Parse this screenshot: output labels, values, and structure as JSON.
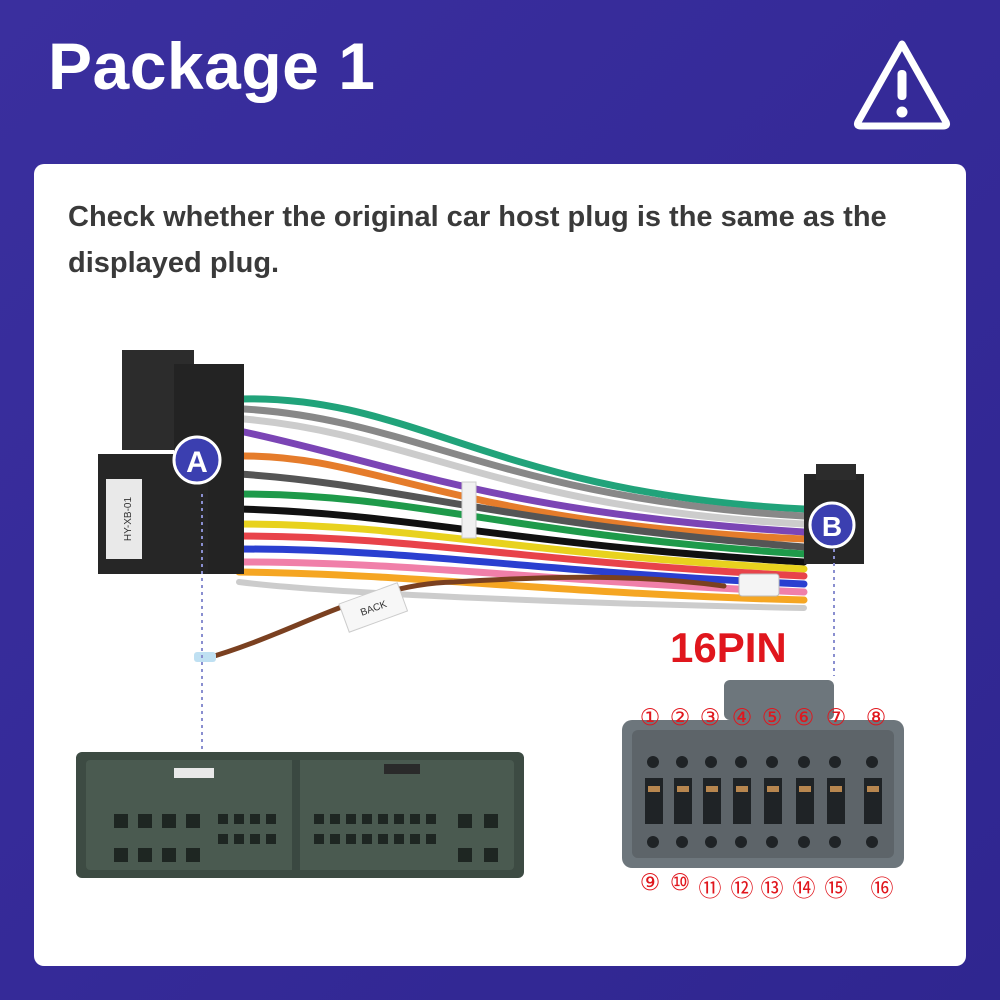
{
  "header": {
    "title": "Package 1",
    "alert_icon": "warning-triangle-icon"
  },
  "card": {
    "instruction": "Check whether the original car host plug is the same as the displayed plug.",
    "connector_a_label": "A",
    "connector_b_label": "B",
    "pin_count_label": "16PIN",
    "top_pin_numbers": [
      "①",
      "②",
      "③",
      "④",
      "⑤",
      "⑥",
      "⑦",
      "⑧"
    ],
    "bottom_pin_numbers": [
      "⑨",
      "⑩",
      "⑪",
      "⑫",
      "⑬",
      "⑭",
      "⑮",
      "⑯"
    ],
    "sticker_text": "BACK",
    "plug_label_text": "HY-XB-01"
  },
  "colors": {
    "background": "#3a2f9e",
    "accent_red": "#e0161d",
    "badge_blue": "#3b3fb0"
  }
}
